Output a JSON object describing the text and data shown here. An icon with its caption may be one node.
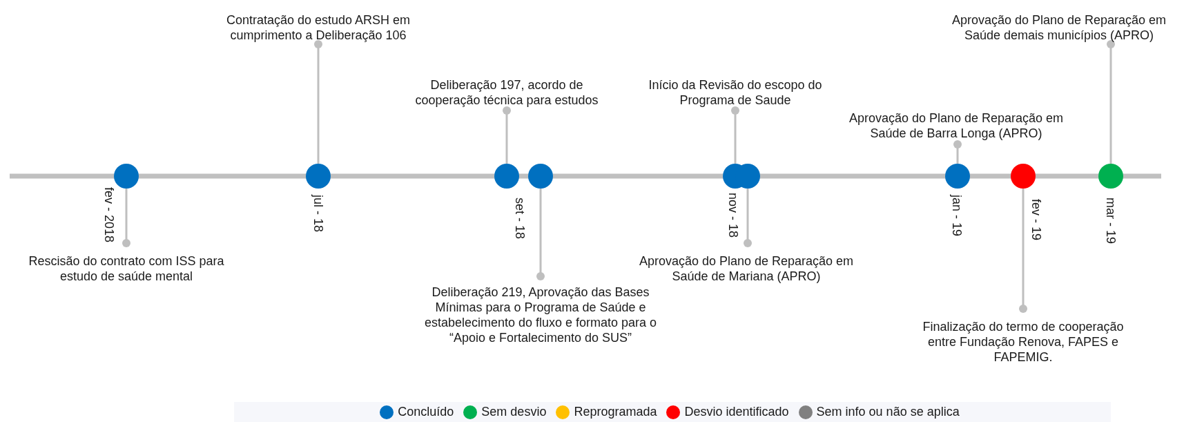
{
  "diagram": {
    "nodes": [
      {
        "text": [],
        "shape": "circle",
        "beside": [
          "fev - 2018"
        ]
      },
      {
        "text": [],
        "shape": "circle",
        "beside": [
          "jul - 18"
        ]
      },
      {
        "text": [],
        "shape": "circle",
        "beside": [
          "set - 18"
        ]
      },
      {
        "text": [],
        "shape": "circle"
      },
      {
        "text": [],
        "shape": "circle",
        "beside": [
          "nov - 18"
        ]
      },
      {
        "text": [],
        "shape": "circle"
      },
      {
        "text": [],
        "shape": "circle",
        "beside": [
          "jan - 19"
        ]
      },
      {
        "text": [],
        "shape": "circle",
        "beside": [
          "fev - 19"
        ]
      },
      {
        "text": [],
        "shape": "circle",
        "beside": [
          "mar - 19"
        ]
      },
      {
        "text": [
          "Rescisão do contrato com ISS para estudo de saúde mental"
        ]
      },
      {
        "text": [
          "Contratação do estudo ARSH em cumprimento a Deliberação 106"
        ]
      },
      {
        "text": [
          "Deliberação 197, acordo de cooperação técnica para estudos"
        ]
      },
      {
        "text": [
          "Deliberação 219, Aprovação das Bases Mínimas para o Programa de Saúde e estabelecimento do fluxo e formato para o “Apoio e Fortalecimento do SUS”"
        ]
      },
      {
        "text": [
          "Início da Revisão do escopo do Programa de Saude"
        ]
      },
      {
        "text": [
          "Aprovação do Plano de Reparação em Saúde de Mariana (APRO)"
        ]
      },
      {
        "text": [
          "Aprovação do Plano de Reparação em Saúde de Barra Longa (APRO)"
        ]
      },
      {
        "text": [
          "Finalização do termo de cooperação entre Fundação Renova, FAPES e FAPEMIG."
        ]
      },
      {
        "text": [
          "Aprovação do Plano de Reparação em Saúde demais municípios (APRO)"
        ]
      }
    ],
    "edges": [
      {
        "from": 9,
        "to": 0,
        "arrow": "other"
      },
      {
        "from": 10,
        "to": 1,
        "arrow": "other"
      },
      {
        "from": 11,
        "to": 2,
        "arrow": "other"
      },
      {
        "from": 12,
        "to": 3,
        "arrow": "other"
      },
      {
        "from": 13,
        "to": 4,
        "arrow": "other"
      },
      {
        "from": 14,
        "to": 5,
        "arrow": "other"
      },
      {
        "from": 15,
        "to": 6,
        "arrow": "other"
      },
      {
        "from": 16,
        "to": 7,
        "arrow": "other"
      },
      {
        "from": 17,
        "to": 8,
        "arrow": "other"
      }
    ],
    "legend": [
      {
        "text": "Concluído",
        "color": "#0070c0"
      },
      {
        "text": "Sem desvio",
        "color": "#00b050"
      },
      {
        "text": "Reprogramada",
        "color": "#ffc000"
      },
      {
        "text": "Desvio identificado",
        "color": "#ff0000"
      },
      {
        "text": "Sem info ou não se aplica",
        "color": "#808080"
      }
    ]
  }
}
